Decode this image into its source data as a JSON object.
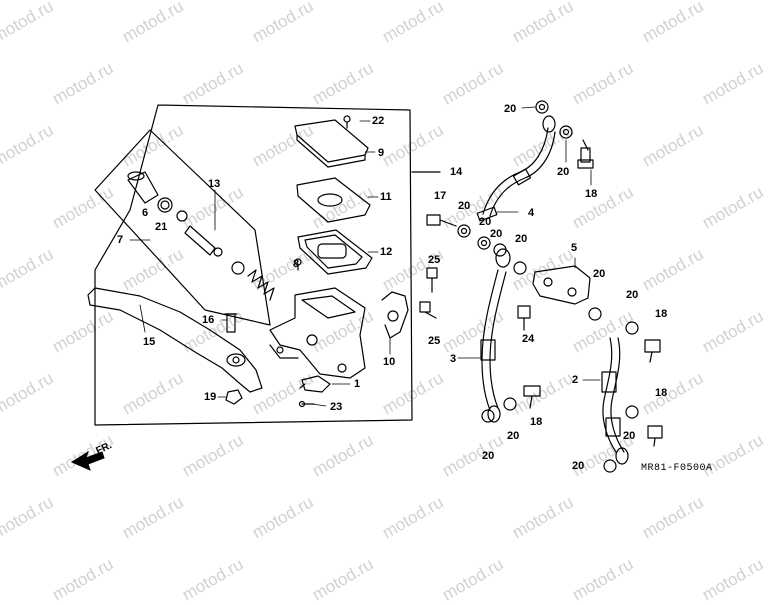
{
  "watermark": {
    "text": "motod.ru"
  },
  "diagram": {
    "code": "MR81-F0500A",
    "direction_label": "FR.",
    "callouts": {
      "c1": "1",
      "c2": "2",
      "c3": "3",
      "c4": "4",
      "c5": "5",
      "c6": "6",
      "c7": "7",
      "c8": "8",
      "c9": "9",
      "c10": "10",
      "c11": "11",
      "c12": "12",
      "c13": "13",
      "c14": "14",
      "c15": "15",
      "c16": "16",
      "c17": "17",
      "c18a": "18",
      "c18b": "18",
      "c18c": "18",
      "c18d": "18",
      "c19": "19",
      "c20a": "20",
      "c20b": "20",
      "c20c": "20",
      "c20d": "20",
      "c20e": "20",
      "c20f": "20",
      "c20g": "20",
      "c20h": "20",
      "c20i": "20",
      "c20j": "20",
      "c20k": "20",
      "c20l": "20",
      "c21": "21",
      "c22": "22",
      "c23": "23",
      "c24": "24",
      "c25a": "25",
      "c25b": "25"
    }
  }
}
